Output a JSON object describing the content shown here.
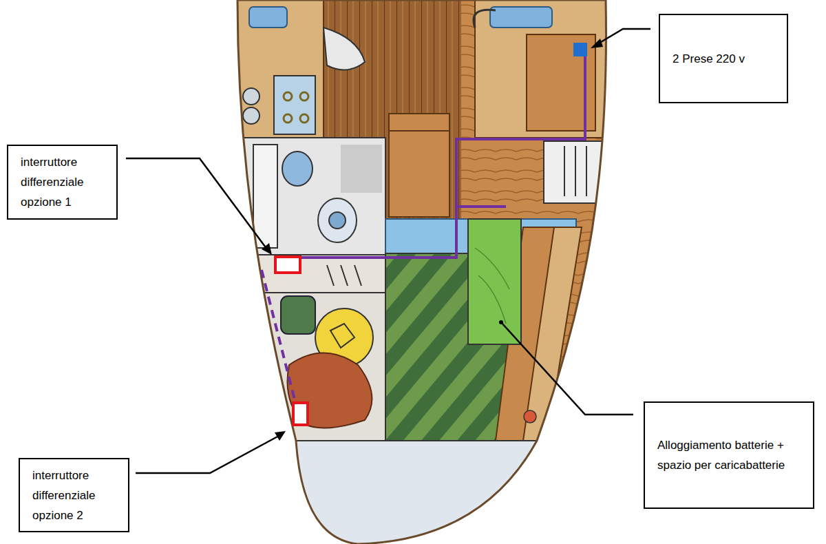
{
  "diagram": {
    "nodes": [
      {
        "text": [
          "2 Prese 220 v"
        ]
      },
      {
        "text": [
          "interruttore differenziale opzione 1"
        ]
      },
      {
        "text": [
          "Alloggiamento batterie + spazio per caricabatterie"
        ]
      },
      {
        "text": [
          "interruttore differenziale opzione 2"
        ]
      }
    ]
  }
}
